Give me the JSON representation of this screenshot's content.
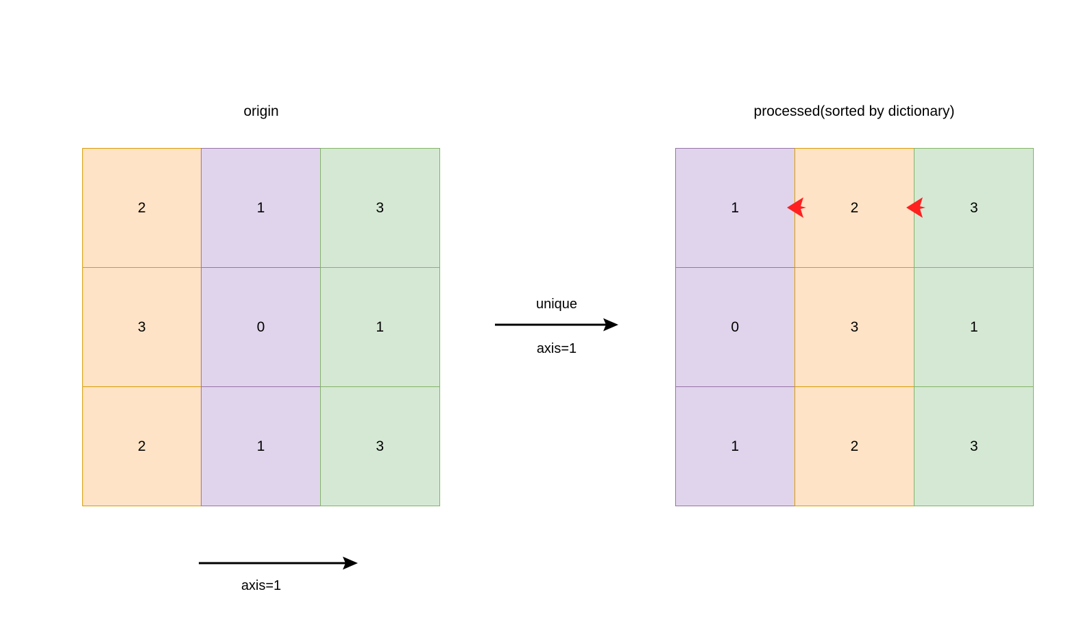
{
  "figure": {
    "type": "diagram",
    "description": "numpy unique along axis=1 illustration",
    "background": "#ffffff"
  },
  "colors": {
    "orange_fill": "#FFE3C6",
    "orange_border": "#D79B00",
    "purple_fill": "#E0D4EC",
    "purple_border": "#9673A6",
    "green_fill": "#D5E8D4",
    "green_border": "#82B366",
    "marker_red": "#FF2020",
    "arrow_black": "#000000",
    "text": "#000000"
  },
  "left_panel": {
    "title": "origin",
    "grid": {
      "rows": 3,
      "cols": 3,
      "column_colors": [
        "orange",
        "purple",
        "green"
      ],
      "values": [
        [
          "2",
          "1",
          "3"
        ],
        [
          "3",
          "0",
          "1"
        ],
        [
          "2",
          "1",
          "3"
        ]
      ]
    },
    "axis_arrow": {
      "label": "axis=1",
      "direction": "right"
    }
  },
  "transform_arrow": {
    "label_top": "unique",
    "label_bottom": "axis=1",
    "direction": "right"
  },
  "right_panel": {
    "title": "processed(sorted by dictionary)",
    "grid": {
      "rows": 3,
      "cols": 3,
      "column_colors": [
        "purple",
        "orange",
        "green"
      ],
      "values": [
        [
          "1",
          "2",
          "3"
        ],
        [
          "0",
          "3",
          "1"
        ],
        [
          "1",
          "2",
          "3"
        ]
      ]
    },
    "comparison_markers": [
      {
        "symbol": "<",
        "between_columns": "1-2",
        "row": 1
      },
      {
        "symbol": "<",
        "between_columns": "2-3",
        "row": 1
      }
    ]
  }
}
